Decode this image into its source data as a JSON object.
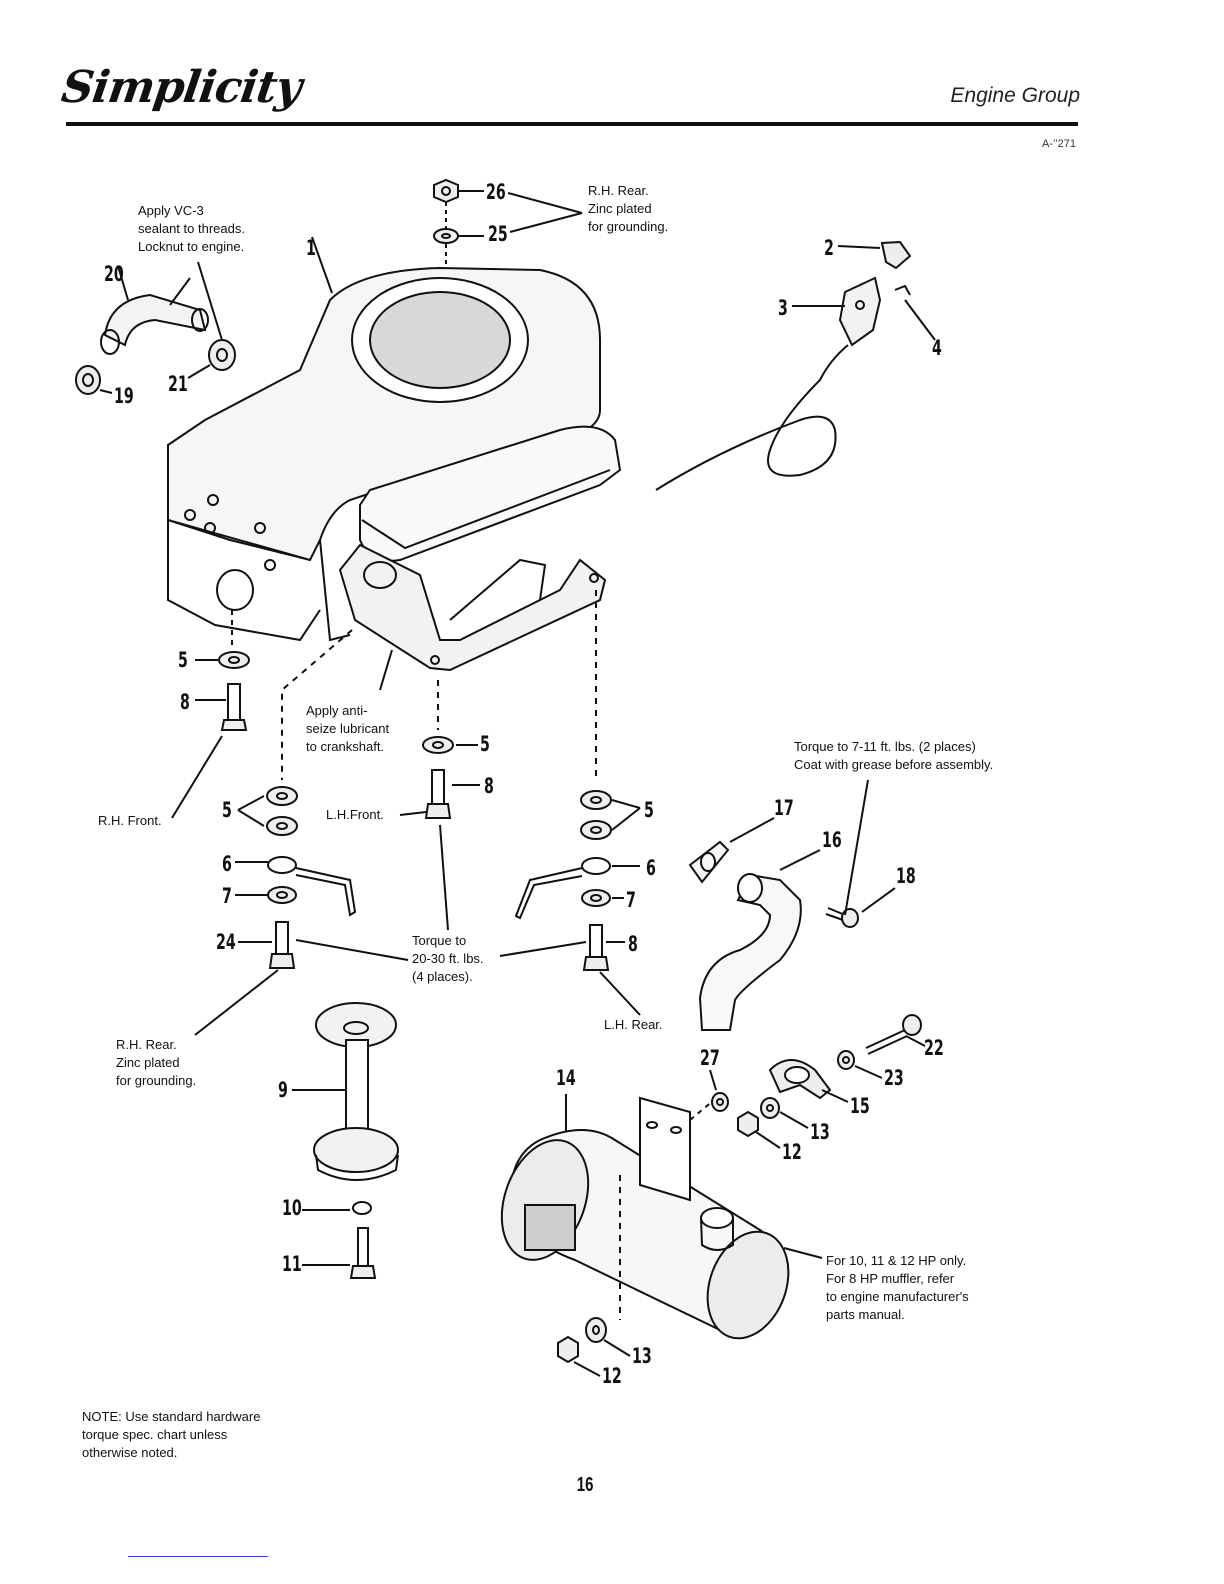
{
  "header": {
    "brand": "Simplicity",
    "section": "Engine Group",
    "drawing_code": "A-’’271"
  },
  "notes": {
    "vc3": "Apply VC-3\nsealant to threads.\nLocknut to engine.",
    "rh_rear_top": "R.H. Rear.\nZinc plated\nfor grounding.",
    "anti_seize": "Apply anti-\nseize lubricant\nto crankshaft.",
    "torque_7_11": "Torque to 7-11 ft. lbs. (2 places)\nCoat with grease before assembly.",
    "rh_front": "R.H. Front.",
    "lh_front": "L.H.Front.",
    "torque_20_30": "Torque to\n20-30 ft. lbs.\n(4 places).",
    "lh_rear": "L.H. Rear.",
    "rh_rear_bottom": "R.H. Rear.\nZinc plated\nfor grounding.",
    "muffler": "For 10, 11 & 12 HP only.\nFor 8 HP muffler, refer\nto engine manufacturer's\nparts manual.",
    "general": "NOTE: Use standard hardware\ntorque spec. chart unless\notherwise noted."
  },
  "callouts": {
    "c1": "1",
    "c2": "2",
    "c3": "3",
    "c4": "4",
    "c5a": "5",
    "c5b": "5",
    "c5c": "5",
    "c5d": "5",
    "c6a": "6",
    "c6b": "6",
    "c7a": "7",
    "c7b": "7",
    "c8a": "8",
    "c8b": "8",
    "c8c": "8",
    "c9": "9",
    "c10": "10",
    "c11": "11",
    "c12a": "12",
    "c12b": "12",
    "c13a": "13",
    "c13b": "13",
    "c14": "14",
    "c15": "15",
    "c16": "16",
    "c17": "17",
    "c18": "18",
    "c19": "19",
    "c20": "20",
    "c21": "21",
    "c22": "22",
    "c23": "23",
    "c24": "24",
    "c25": "25",
    "c26": "26",
    "c27": "27"
  },
  "page_number": "16"
}
